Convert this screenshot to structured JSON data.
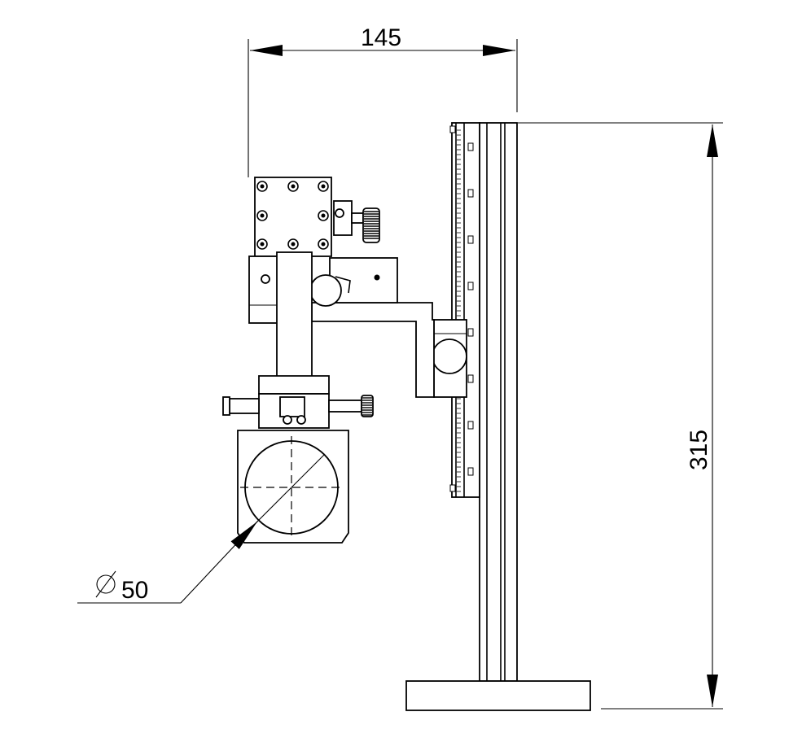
{
  "dimensions": {
    "width_label": "145",
    "height_label": "315",
    "diameter_label": "50"
  },
  "icons": {
    "diameter_symbol": "diameter-symbol-icon"
  }
}
